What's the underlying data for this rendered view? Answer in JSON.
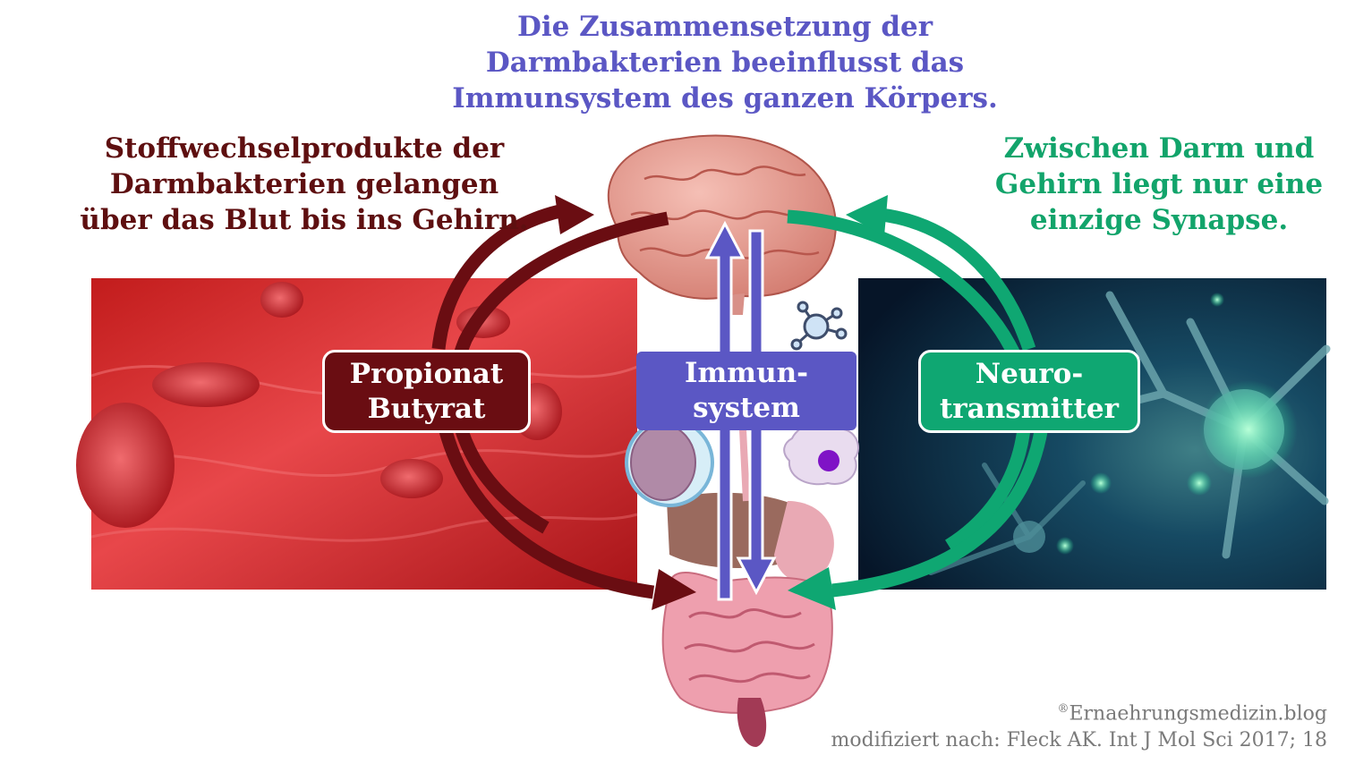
{
  "titles": {
    "top_line1": "Die Zusammensetzung der",
    "top_line2": "Darmbakterien beeinflusst das",
    "top_line3": "Immunsystem des ganzen Körpers.",
    "left_line1": "Stoffwechselprodukte der",
    "left_line2": "Darmbakterien gelangen",
    "left_line3": "über das Blut bis ins Gehirn.",
    "right_line1": "Zwischen Darm und",
    "right_line2": "Gehirn liegt nur eine",
    "right_line3": "einzige Synapse."
  },
  "boxes": {
    "left": "Propionat\nButyrat",
    "center": "Immun-\nsystem",
    "right": "Neuro-\ntransmitter"
  },
  "credits": {
    "line1_mark": "®",
    "line1_text": "Ernaehrungsmedizin.blog",
    "line2": "modifiziert nach: Fleck AK. Int J Mol Sci 2017; 18"
  },
  "colors": {
    "blue": "#5b57c4",
    "maroon": "#6a0d12",
    "green": "#0fa772",
    "credit_grey": "#7a7a7a"
  },
  "icons": [
    "brain-icon",
    "intestine-icon",
    "molecule-icon",
    "lymphocyte-icon",
    "macrophage-icon"
  ]
}
